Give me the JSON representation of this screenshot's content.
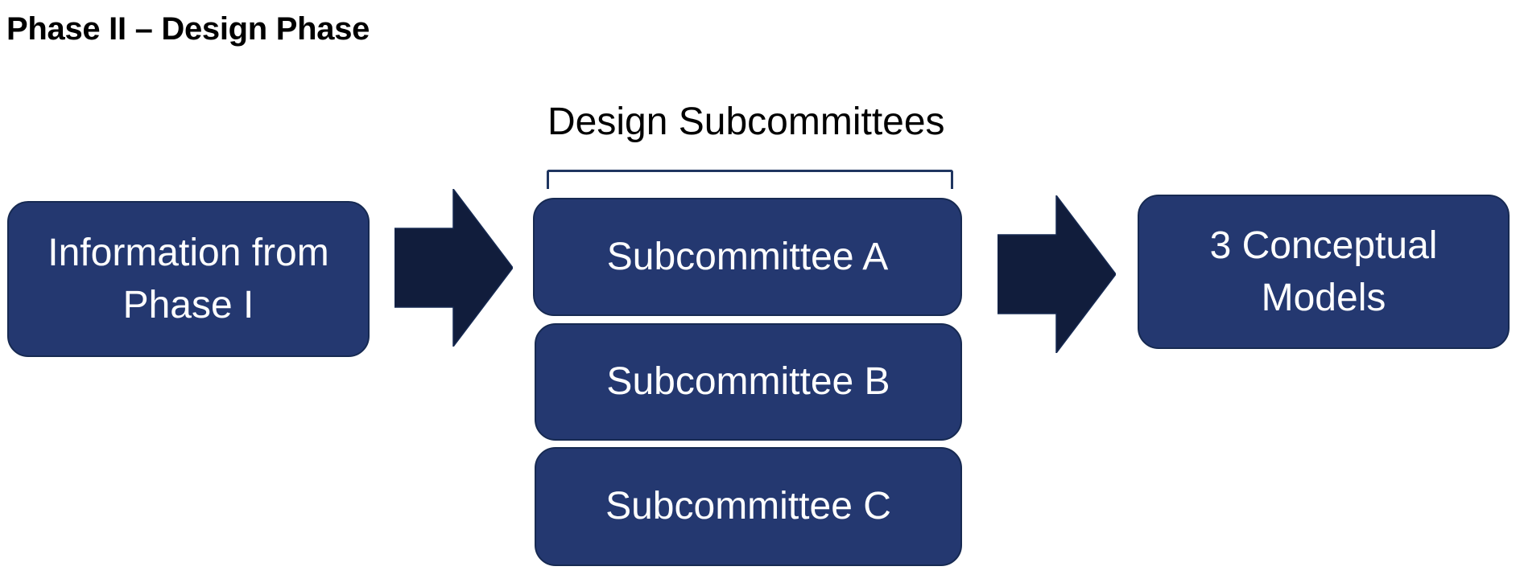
{
  "title": "Phase II – Design Phase",
  "colors": {
    "box_fill": "#243870",
    "box_border": "#172a52",
    "arrow_fill": "#111d3c",
    "bracket": "#1f3560",
    "text_on_box": "#ffffff"
  },
  "diagram": {
    "input": {
      "line1": "Information from",
      "line2": "Phase I"
    },
    "group": {
      "title": "Design Subcommittees",
      "items": [
        {
          "label": "Subcommittee A"
        },
        {
          "label": "Subcommittee B"
        },
        {
          "label": "Subcommittee C"
        }
      ]
    },
    "output": {
      "line1": "3 Conceptual",
      "line2": "Models"
    }
  }
}
